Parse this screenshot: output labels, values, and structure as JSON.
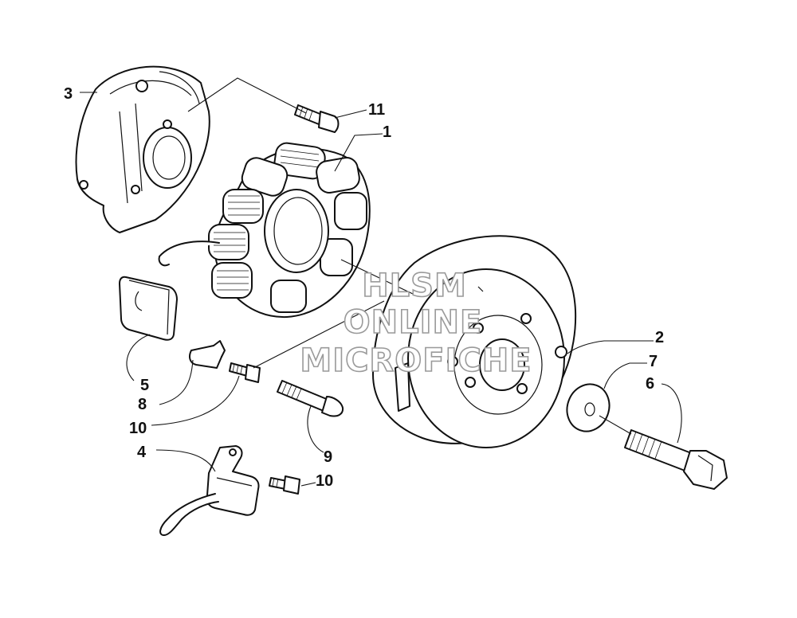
{
  "callouts": [
    {
      "id": "c1",
      "label": "1"
    },
    {
      "id": "c2",
      "label": "2"
    },
    {
      "id": "c3",
      "label": "3"
    },
    {
      "id": "c4",
      "label": "4"
    },
    {
      "id": "c5",
      "label": "5"
    },
    {
      "id": "c6",
      "label": "6"
    },
    {
      "id": "c7",
      "label": "7"
    },
    {
      "id": "c8",
      "label": "8"
    },
    {
      "id": "c9",
      "label": "9"
    },
    {
      "id": "c10a",
      "label": "10"
    },
    {
      "id": "c10b",
      "label": "10"
    },
    {
      "id": "c11",
      "label": "11"
    }
  ],
  "watermark": {
    "line1": "HLSM",
    "line2": "ONLINE",
    "line3": "MICROFICHE"
  },
  "colors": {
    "line": "#111111",
    "background": "#ffffff",
    "watermark_outline": "#9a9a9a"
  }
}
